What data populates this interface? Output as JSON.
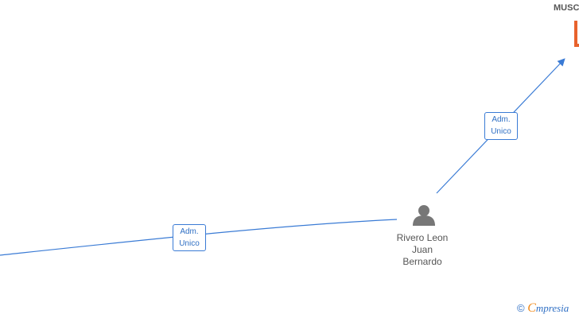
{
  "nodes": {
    "person": {
      "name_lines": [
        "Rivero Leon",
        "Juan",
        "Bernardo"
      ]
    },
    "company": {
      "name": "MUSC",
      "icon": "building-icon",
      "color": "#e8622c"
    }
  },
  "edges": [
    {
      "role_lines": [
        "Adm.",
        "Unico"
      ]
    },
    {
      "role_lines": [
        "Adm.",
        "Unico"
      ]
    }
  ],
  "colors": {
    "edge": "#3a7bd5",
    "person_icon": "#777777"
  },
  "watermark": {
    "copyright": "©",
    "brand_first": "C",
    "brand_rest": "mpresia"
  }
}
